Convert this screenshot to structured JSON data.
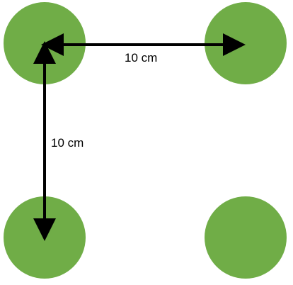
{
  "diagram": {
    "spacing_horizontal_label": "10 cm",
    "spacing_vertical_label": "10 cm",
    "circle_color": "#70AD47",
    "arrow_color": "#000000",
    "circles": [
      {
        "name": "circle-top-left"
      },
      {
        "name": "circle-top-right"
      },
      {
        "name": "circle-bottom-left"
      },
      {
        "name": "circle-bottom-right"
      }
    ]
  }
}
